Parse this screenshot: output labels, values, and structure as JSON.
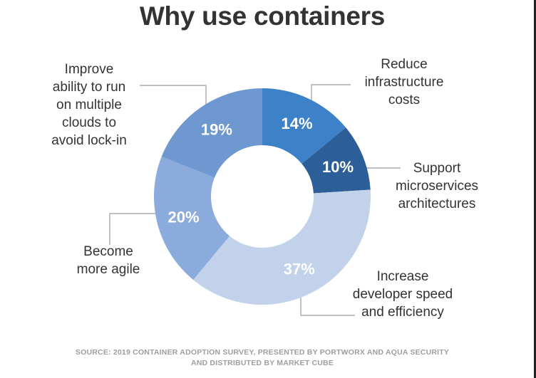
{
  "colors": {
    "title": "#333333",
    "label": "#333333",
    "leader": "#aaaaaa",
    "source": "#9e9e9e",
    "slice_text": "#ffffff"
  },
  "chart_data": {
    "type": "pie",
    "variant": "donut",
    "title": "Why use containers",
    "unit": "%",
    "slices": [
      {
        "label": "Reduce\ninfrastructure\ncosts",
        "value": 14,
        "display": "14%",
        "color": "#3d82c9"
      },
      {
        "label": "Support\nmicroservices\narchitectures",
        "value": 10,
        "display": "10%",
        "color": "#2c5f97"
      },
      {
        "label": "Increase\ndeveloper speed\nand efficiency",
        "value": 37,
        "display": "37%",
        "color": "#c1d2ea"
      },
      {
        "label": "Become\nmore agile",
        "value": 20,
        "display": "20%",
        "color": "#8aabdb"
      },
      {
        "label": "Improve\nability to run\non multiple\nclouds to\navoid lock-in",
        "value": 19,
        "display": "19%",
        "color": "#6f98d1"
      }
    ],
    "legend": "none",
    "source": "SOURCE: 2019 CONTAINER ADOPTION SURVEY, PRESENTED BY PORTWORX AND AQUA SECURITY\nAND DISTRIBUTED BY MARKET CUBE"
  }
}
